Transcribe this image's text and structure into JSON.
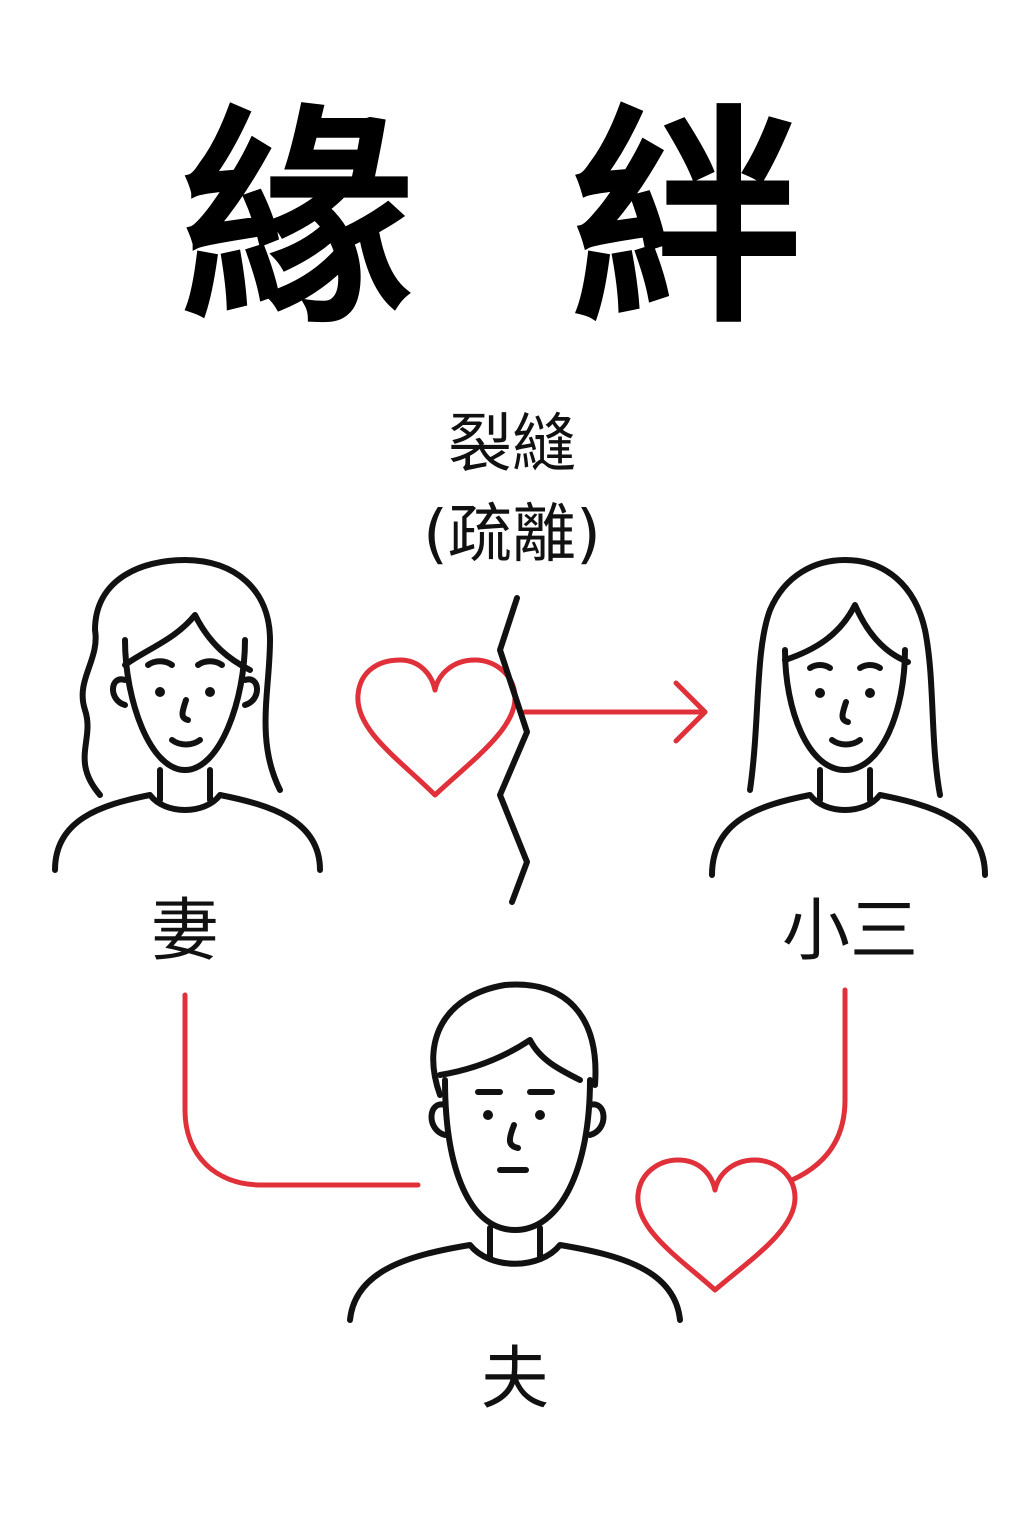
{
  "title": "緣 絆",
  "rift": {
    "line1": "裂縫",
    "line2": "(疏離)"
  },
  "people": {
    "wife": "妻",
    "mistress": "小三",
    "husband": "夫"
  },
  "colors": {
    "accent": "#e0303a",
    "ink": "#111111"
  },
  "icons": {
    "wife": "woman-avatar-icon",
    "mistress": "woman-avatar-icon",
    "husband": "man-avatar-icon",
    "heart": "heart-outline-icon",
    "crack": "crack-line-icon",
    "arrow": "arrow-right-icon"
  }
}
